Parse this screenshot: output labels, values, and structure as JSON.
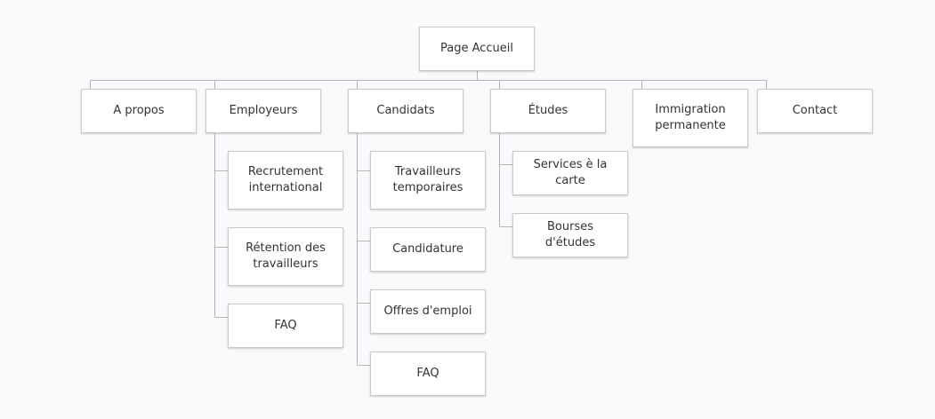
{
  "diagram": {
    "root": {
      "id": "root",
      "label": "Page Accueil"
    },
    "sections": [
      {
        "id": "apropos",
        "label": "A propos",
        "children": []
      },
      {
        "id": "employeurs",
        "label": "Employeurs",
        "children": [
          {
            "id": "emp-recrutement",
            "label": "Recrutement\ninternational"
          },
          {
            "id": "emp-retention",
            "label": "Rétention des\ntravailleurs"
          },
          {
            "id": "emp-faq",
            "label": "FAQ"
          }
        ]
      },
      {
        "id": "candidats",
        "label": "Candidats",
        "children": [
          {
            "id": "cand-travailleurs",
            "label": "Travailleurs\ntemporaires"
          },
          {
            "id": "cand-candidature",
            "label": "Candidature"
          },
          {
            "id": "cand-offres",
            "label": "Offres d'emploi"
          },
          {
            "id": "cand-faq",
            "label": "FAQ"
          }
        ]
      },
      {
        "id": "etudes",
        "label": "Études",
        "children": [
          {
            "id": "etu-services",
            "label": "Services è la carte"
          },
          {
            "id": "etu-bourses",
            "label": "Bourses d'études"
          }
        ]
      },
      {
        "id": "immigration",
        "label": "Immigration\npermanente",
        "children": []
      },
      {
        "id": "contact",
        "label": "Contact",
        "children": []
      }
    ]
  },
  "colors": {
    "background": "#f9fafb",
    "node_fill": "#ffffff",
    "node_border": "#c9cbcf",
    "connector": "#b5b7bb",
    "text": "#333333"
  }
}
